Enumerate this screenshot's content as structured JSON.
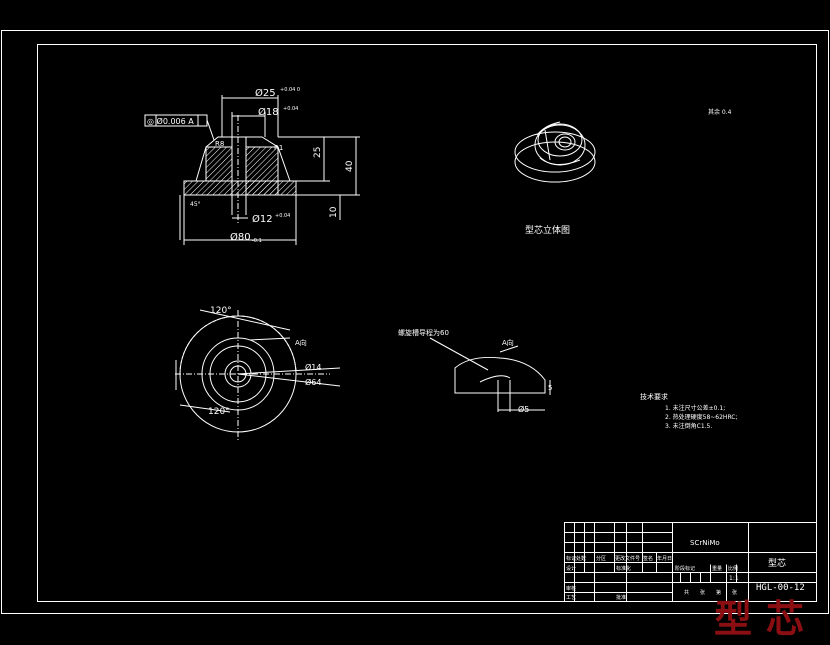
{
  "sheet": {
    "part_name": "型芯",
    "drawing_number": "HGL-00-12",
    "material": "SCrNiMo",
    "watermark": "型芯"
  },
  "dimensions": {
    "d25": "Ø25",
    "d25_tol": "+0.04 0",
    "d18": "Ø18",
    "d18_tol": "+0.04",
    "d12": "Ø12",
    "d12_tol": "+0.04",
    "d80": "Ø80",
    "d80_tol": "-0.1",
    "h25": "25",
    "h40": "40",
    "h10": "10",
    "r8": "R8",
    "r1": "R1",
    "geo_tol": "◎ Ø0.006 A",
    "angle": "45°",
    "angle120a": "120°",
    "angle120b": "120°",
    "section_a": "A向",
    "section_a2": "A向",
    "d14": "Ø14",
    "d64": "Ø64",
    "d5": "Ø5",
    "w5": "5",
    "ra_top": "其余 0.4"
  },
  "labels": {
    "iso_caption": "型芯立体图",
    "detail_caption": "螺旋槽导程为60"
  },
  "tech": {
    "title": "技术要求",
    "items": [
      "1. 未注尺寸公差±0.1;",
      "2. 热处理硬度58~62HRC;",
      "3. 未注倒角C1.5."
    ]
  },
  "title_block": {
    "row_labels": [
      "标记",
      "处数",
      "分区",
      "更改文件号",
      "签名",
      "年月日"
    ],
    "row2": [
      "设计",
      "",
      "标准化",
      "",
      "阶段标记",
      "重量",
      "比例"
    ],
    "row3": [
      "审核",
      "",
      "",
      "",
      "",
      ""
    ],
    "row4": [
      "工艺",
      "",
      "批准",
      "",
      "共",
      "张",
      "第",
      "张"
    ],
    "scale": "1:1"
  }
}
